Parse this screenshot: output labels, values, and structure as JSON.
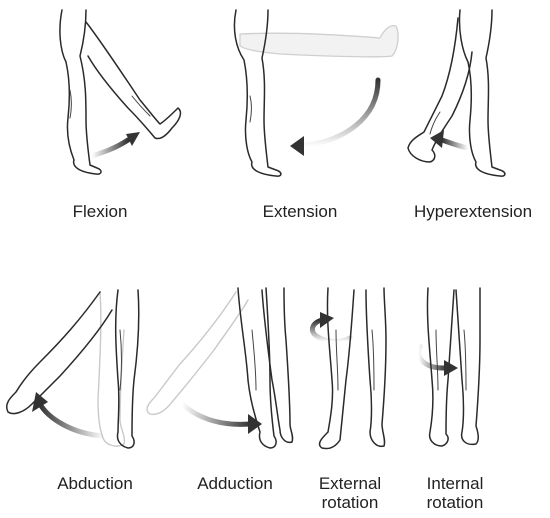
{
  "movements": [
    {
      "label": "Flexion"
    },
    {
      "label": "Extension"
    },
    {
      "label": "Hyperextension"
    },
    {
      "label": "Abduction"
    },
    {
      "label": "Adduction"
    },
    {
      "label": "External",
      "label2": "rotation"
    },
    {
      "label": "Internal",
      "label2": "rotation"
    }
  ],
  "colors": {
    "outline": "#2a2a2a",
    "ghost": "#c9c9c9",
    "arrow": "#333333",
    "text": "#222222"
  }
}
